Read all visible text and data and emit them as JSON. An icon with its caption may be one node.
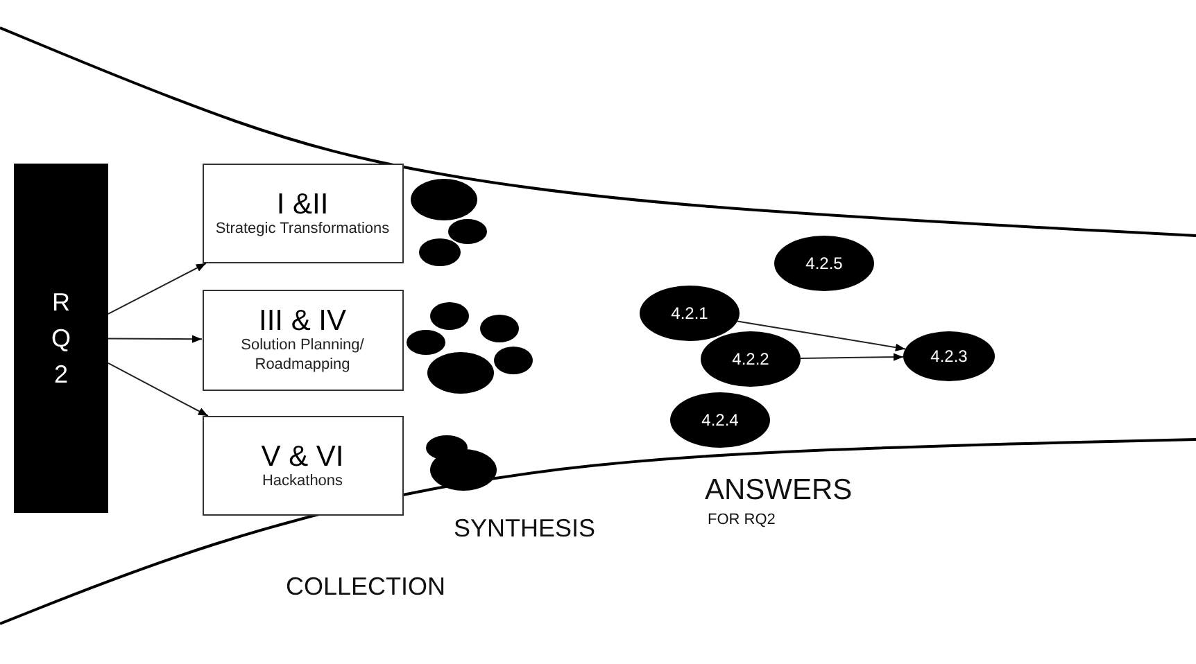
{
  "diagram": {
    "nodes": [
      {
        "text": [
          "R Q 2"
        ]
      },
      {
        "text": [
          "I &II",
          "Strategic Transformations"
        ]
      },
      {
        "text": [
          "III & IV",
          "Solution Planning/ Roadmapping"
        ]
      },
      {
        "text": [
          "V & VI",
          "Hackathons"
        ]
      },
      {
        "text": [],
        "shape": "circle"
      },
      {
        "text": [],
        "shape": "circle"
      },
      {
        "text": [],
        "shape": "circle"
      },
      {
        "text": [],
        "shape": "circle"
      },
      {
        "text": [],
        "shape": "circle"
      },
      {
        "text": [],
        "shape": "circle"
      },
      {
        "text": [],
        "shape": "circle"
      },
      {
        "text": [],
        "shape": "circle"
      },
      {
        "text": [],
        "shape": "circle"
      },
      {
        "text": [],
        "shape": "circle"
      },
      {
        "text": [
          "4.2.5"
        ]
      },
      {
        "text": [
          "4.2.1"
        ]
      },
      {
        "text": [
          "4.2.2"
        ]
      },
      {
        "text": [
          "4.2.3"
        ]
      },
      {
        "text": [
          "4.2.4"
        ]
      }
    ],
    "edges": [
      {
        "from": 0,
        "to": 1,
        "arrow": "to"
      },
      {
        "from": 0,
        "to": 2,
        "arrow": "to"
      },
      {
        "from": 0,
        "to": 3,
        "arrow": "to"
      },
      {
        "from": 15,
        "to": 17,
        "arrow": "to"
      },
      {
        "from": 16,
        "to": 17,
        "arrow": "to"
      }
    ],
    "labels": [
      "ANSWERS",
      "FOR RQ2",
      "SYNTHESIS",
      "COLLECTION"
    ]
  }
}
